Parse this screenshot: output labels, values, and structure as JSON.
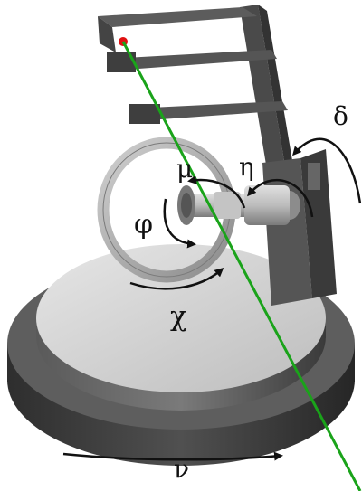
{
  "labels": {
    "delta": "δ",
    "eta": "η",
    "mu": "μ",
    "phi": "φ",
    "chi": "χ",
    "nu": "ν"
  },
  "colors": {
    "background": "#ffffff",
    "beam": "#1aa31a",
    "laser_dot": "#e01010",
    "frame_dark": "#4a4a4a",
    "frame_mid": "#5c5c5c",
    "table_top": "#d8d8d8",
    "table_side": "#6a6a6a",
    "base": "#3a3a3a",
    "ring": "#a9a9a9",
    "arrow": "#111111"
  }
}
